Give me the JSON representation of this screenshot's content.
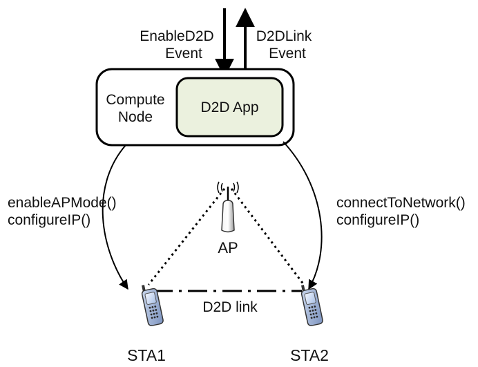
{
  "events": {
    "enable_line1": "EnableD2D",
    "enable_line2": "Event",
    "link_line1": "D2DLink",
    "link_line2": "Event"
  },
  "compute_node": {
    "label_line1": "Compute",
    "label_line2": "Node",
    "app_label": "D2D App",
    "app_fill": "#ebf1de"
  },
  "left_calls": {
    "line1": "enableAPMode()",
    "line2": "configureIP()"
  },
  "right_calls": {
    "line1": "connectToNetwork()",
    "line2": "configureIP()"
  },
  "ap": {
    "label": "AP",
    "icon": "antenna-icon"
  },
  "d2d_link": {
    "label": "D2D link"
  },
  "stations": [
    {
      "label": "STA1",
      "icon": "phone-icon"
    },
    {
      "label": "STA2",
      "icon": "phone-icon"
    }
  ]
}
